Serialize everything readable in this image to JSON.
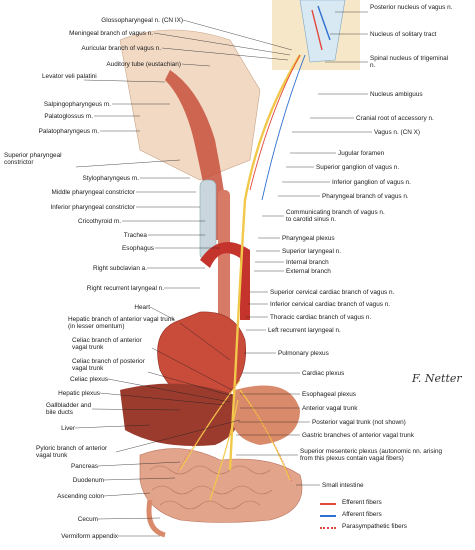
{
  "labels_left": [
    "Glossopharyngeal n. (CN IX)",
    "Meningeal branch of vagus n.",
    "Auricular branch of vagus n.",
    "Auditory tube (eustachian)",
    "Levator veli palatini",
    "Salpingopharyngeus m.",
    "Palatoglossus m.",
    "Palatopharyngeus m.",
    "Superior pharyngeal constrictor",
    "Stylopharyngeus m.",
    "Middle pharyngeal constrictor",
    "Inferior pharyngeal constrictor",
    "Cricothyroid m.",
    "Trachea",
    "Esophagus",
    "Right subclavian a.",
    "Right recurrent laryngeal n.",
    "Heart",
    "Hepatic branch of anterior vagal trunk (in lesser omentum)",
    "Celiac branch of anterior vagal trunk",
    "Celiac branch of posterior vagal trunk",
    "Celiac plexus",
    "Hepatic plexus",
    "Gallbladder and bile ducts",
    "Liver",
    "Pyloric branch of anterior vagal trunk",
    "Pancreas",
    "Duodenum",
    "Ascending colon",
    "Cecum",
    "Vermiform appendix"
  ],
  "labels_right": [
    "Posterior nucleus of vagus n.",
    "Nucleus of solitary tract",
    "Spinal nucleus of trigeminal n.",
    "Nucleus ambiguus",
    "Cranial root of accessory n.",
    "Vagus n. (CN X)",
    "Jugular foramen",
    "Superior ganglion of vagus n.",
    "Inferior ganglion of vagus n.",
    "Pharyngeal branch of vagus n.",
    "Communicating branch of vagus n. to carotid sinus n.",
    "Pharyngeal plexus",
    "Superior laryngeal n.",
    "Internal branch",
    "External branch",
    "Superior cervical cardiac branch of vagus n.",
    "Inferior cervical cardiac branch of vagus n.",
    "Thoracic cardiac branch of vagus n.",
    "Left recurrent laryngeal n.",
    "Pulmonary plexus",
    "Cardiac plexus",
    "Esophageal plexus",
    "Anterior vagal trunk",
    "Posterior vagal trunk (not shown)",
    "Gastric branches of anterior vagal trunk",
    "Superior mesenteric plexus (autonomic nn. arising from this plexus contain vagal fibers)",
    "Small intestine"
  ],
  "legend": [
    {
      "label": "Efferent fibers",
      "color": "#e2483c",
      "style": "solid"
    },
    {
      "label": "Afferent fibers",
      "color": "#2f6fd0",
      "style": "solid"
    },
    {
      "label": "Parasympathetic fibers",
      "color": "#e2483c",
      "style": "dotted"
    }
  ],
  "signature": "F. Netter",
  "colors": {
    "nerve": "#f2c84a",
    "muscle": "#c8503c",
    "organ": "#d98a6a",
    "brain": "#d8e9f3"
  }
}
